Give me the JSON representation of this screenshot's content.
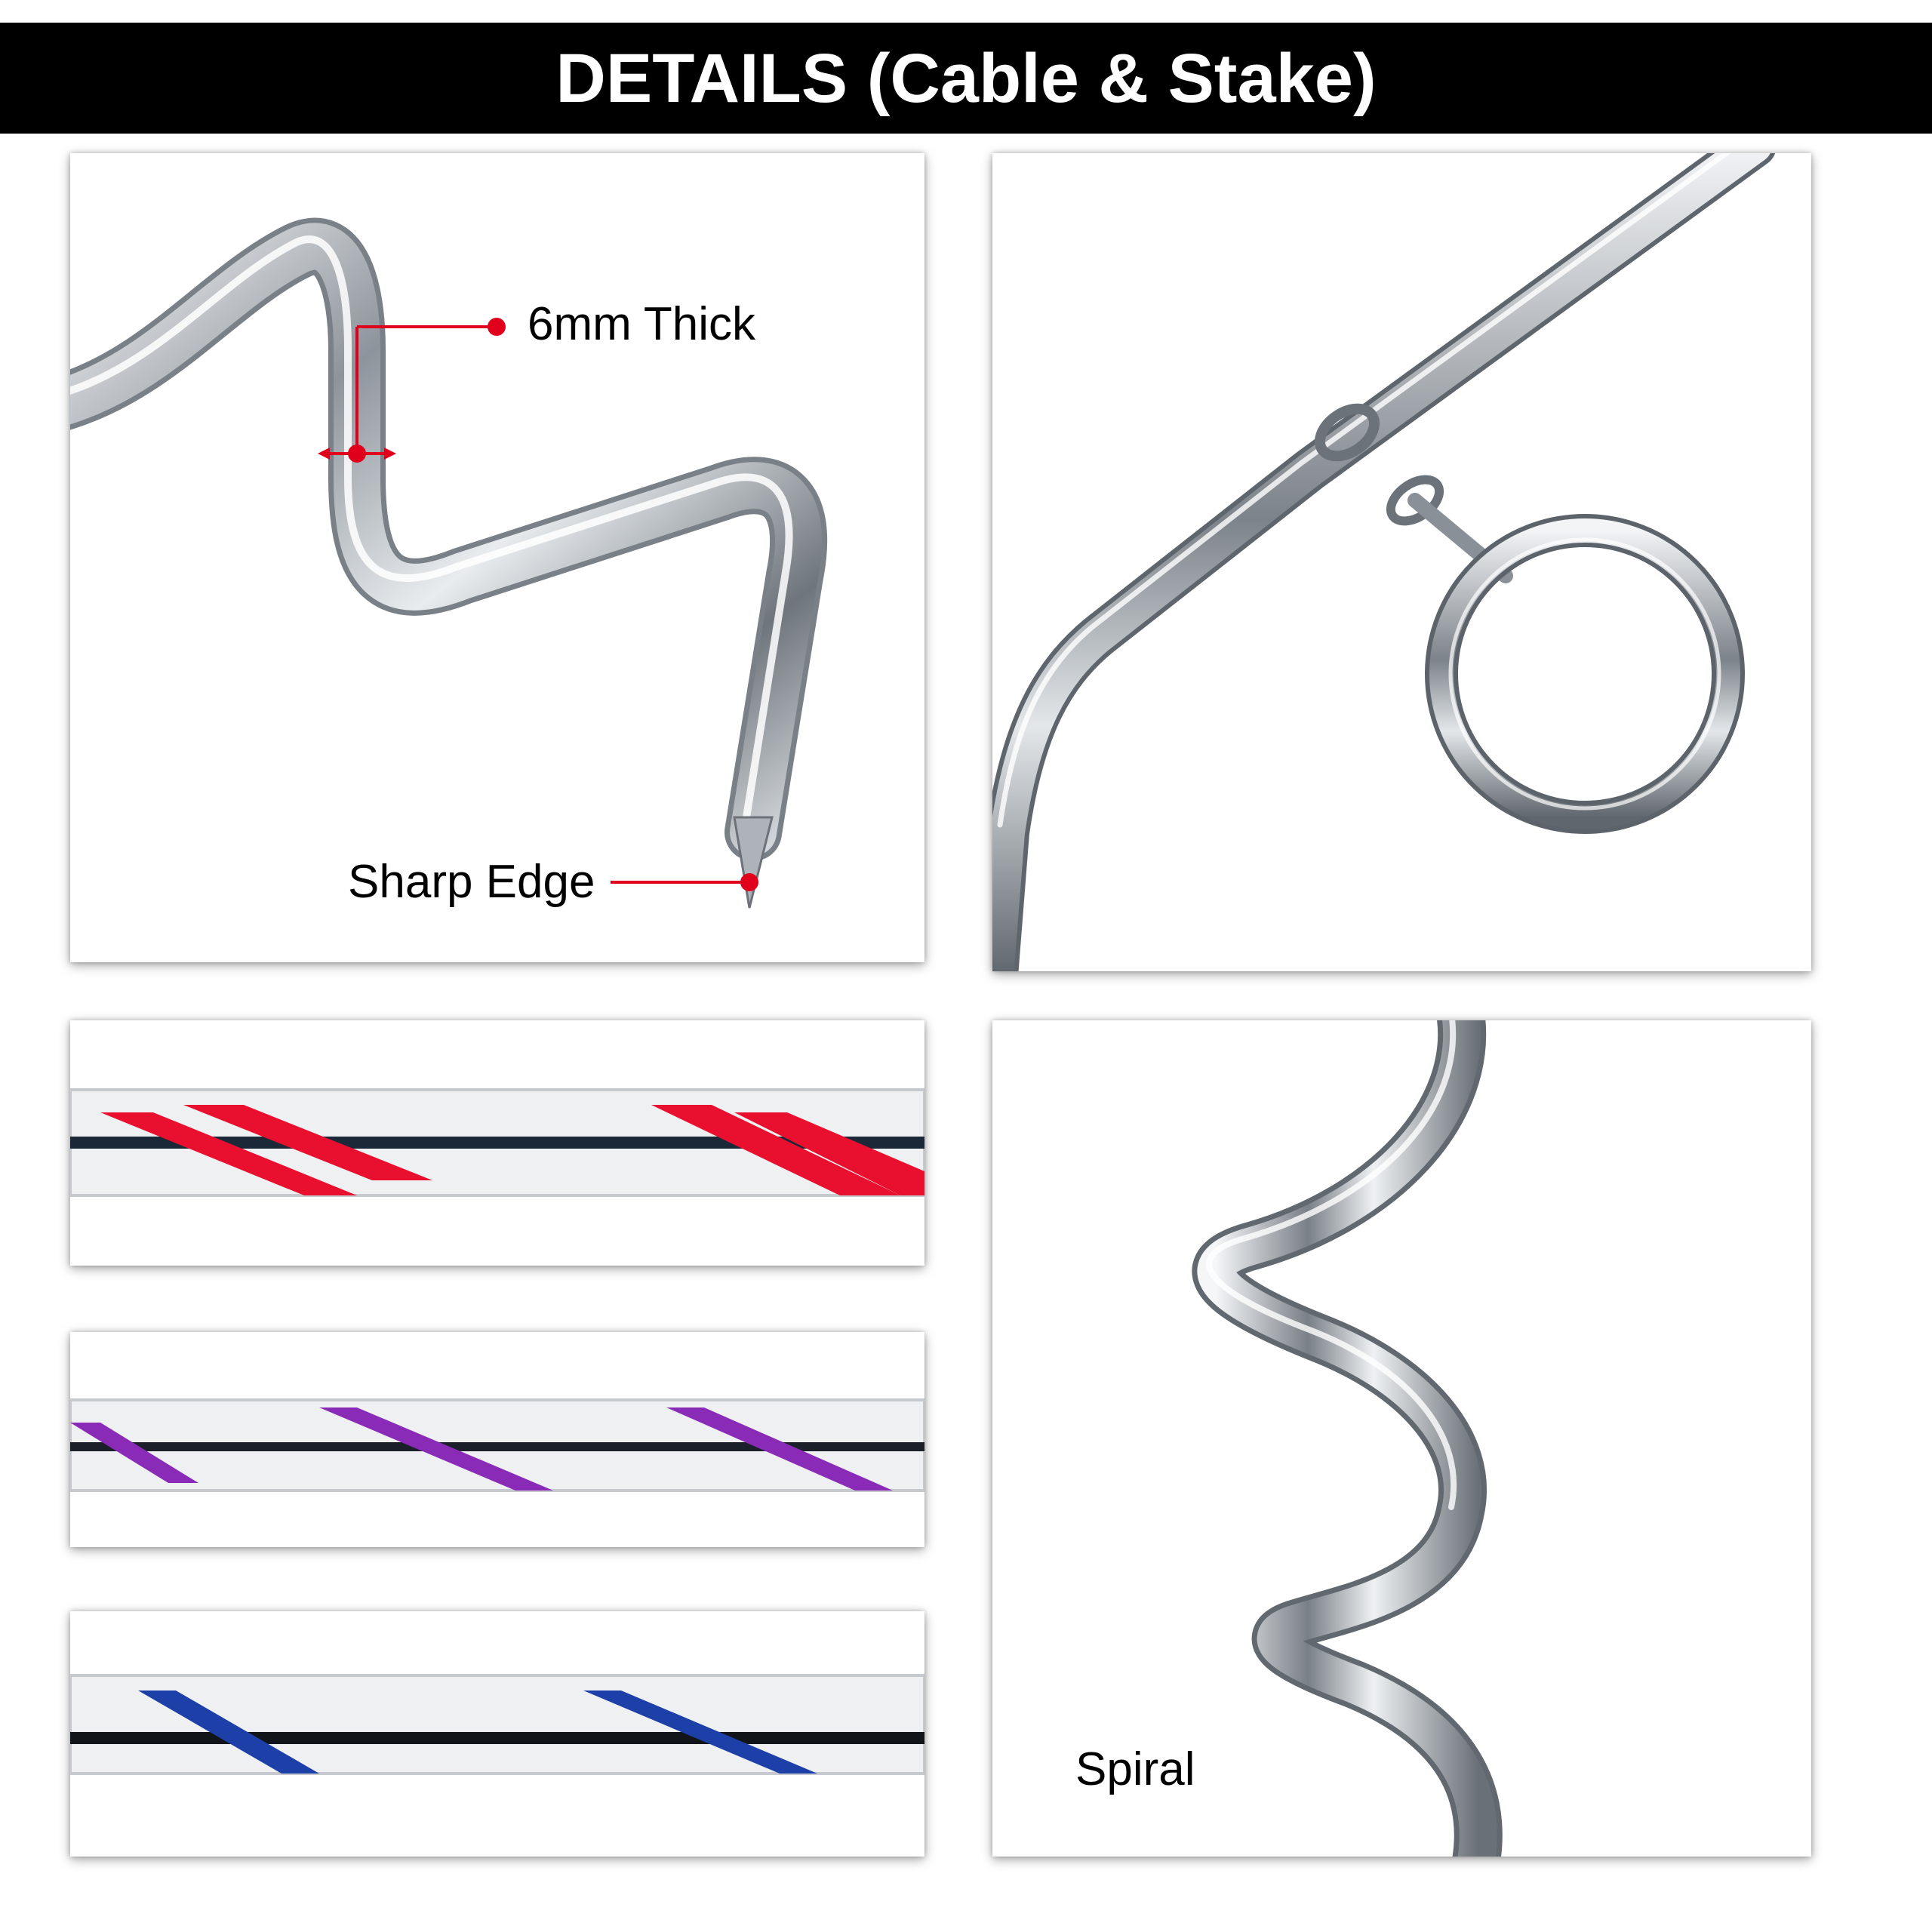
{
  "header": {
    "title": "DETAILS (Cable & Stake)"
  },
  "stake_closeup": {
    "thickness_label": "6mm Thick",
    "edge_label": "Sharp Edge",
    "annotation_color": "#e0001b"
  },
  "cables": [
    {
      "stripe_color": "#e8102e",
      "name": "red-cable"
    },
    {
      "stripe_color": "#8a2bb8",
      "name": "purple-cable"
    },
    {
      "stripe_color": "#1c3fa8",
      "name": "blue-cable"
    }
  ],
  "spiral_panel": {
    "label": "Spiral"
  },
  "colors": {
    "title_bg": "#000000",
    "title_fg": "#ffffff",
    "metal": "#c9ccd1"
  }
}
